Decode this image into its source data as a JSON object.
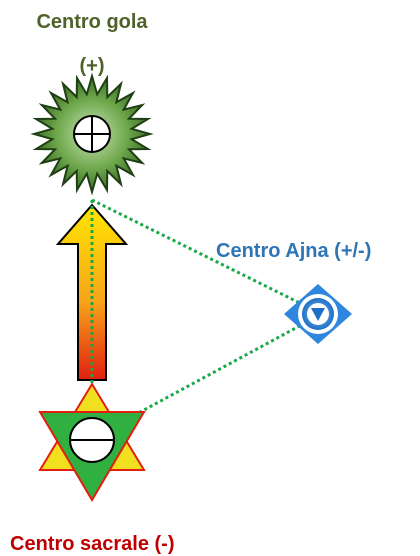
{
  "labels": {
    "throat_title": "Centro gola",
    "throat_sign": "(+)",
    "ajna": "Centro Ajna (+/-)",
    "sacral": "Centro sacrale (-)"
  },
  "colors": {
    "throat_label": "#4f6228",
    "ajna_label": "#2e75b6",
    "sacral_label": "#c00000",
    "connector": "#18a84a",
    "star_fill": "#5e9a3f",
    "star_stroke": "#1f3f14",
    "arrow_top": "#ffe600",
    "arrow_bottom": "#e21e10",
    "triangle_up": "#f0e020",
    "triangle_down": "#2fb040",
    "ajna_outer": "#3a8fd8"
  },
  "icons": {
    "throat": "starburst-plus-circle-icon",
    "sacral": "hexagram-minus-circle-icon",
    "ajna": "blue-diamond-eye-icon",
    "arrow": "up-arrow-icon"
  }
}
